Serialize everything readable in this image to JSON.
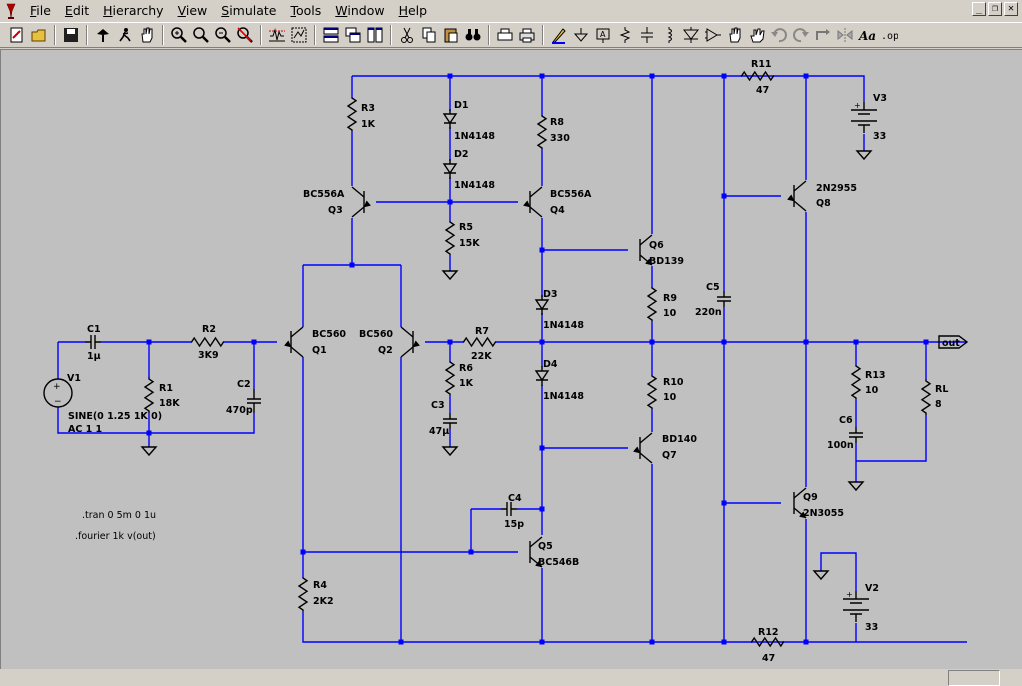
{
  "menu": {
    "items": [
      {
        "key": "F",
        "rest": "ile"
      },
      {
        "key": "E",
        "rest": "dit"
      },
      {
        "key": "H",
        "rest": "ierarchy"
      },
      {
        "key": "V",
        "rest": "iew"
      },
      {
        "key": "S",
        "rest": "imulate"
      },
      {
        "key": "T",
        "rest": "ools"
      },
      {
        "key": "W",
        "rest": "indow"
      },
      {
        "key": "H",
        "rest": "elp"
      }
    ]
  },
  "window_controls": {
    "minimize": "_",
    "restore": "❐",
    "close": "✕"
  },
  "toolbar": {
    "groups": [
      [
        "new-schematic-icon",
        "open-icon"
      ],
      [
        "save-icon"
      ],
      [
        "control-panel-icon",
        "run-icon",
        "pan-icon"
      ],
      [
        "zoom-in-icon",
        "zoom-fit-icon",
        "zoom-out-icon",
        "cancel-zoom-icon"
      ],
      [
        "waveform-icon",
        "autorange-icon"
      ],
      [
        "tile-horizontal-icon",
        "cascade-icon",
        "tile-vertical-icon"
      ],
      [
        "cut-icon",
        "copy-icon",
        "paste-icon",
        "find-icon"
      ],
      [
        "print-setup-icon",
        "print-icon"
      ],
      [
        "draw-wire-icon",
        "ground-icon",
        "label-net-icon",
        "resistor-icon",
        "capacitor-icon",
        "inductor-icon",
        "diode-icon",
        "component-icon",
        "move-icon",
        "drag-icon",
        "undo-icon",
        "redo-icon",
        "rotate-icon",
        "mirror-icon",
        "text-icon",
        "spice-directive-icon"
      ]
    ]
  },
  "schematic": {
    "components": {
      "C1": {
        "name": "C1",
        "value": "1µ"
      },
      "R2": {
        "name": "R2",
        "value": "3K9"
      },
      "R1": {
        "name": "R1",
        "value": "18K"
      },
      "C2": {
        "name": "C2",
        "value": "470p"
      },
      "V1": {
        "name": "V1",
        "value": "SINE(0 1.25 1K 0)",
        "value2": "AC 1 1"
      },
      "R3": {
        "name": "R3",
        "value": "1K"
      },
      "D1": {
        "name": "D1",
        "value": "1N4148"
      },
      "D2": {
        "name": "D2",
        "value": "1N4148"
      },
      "R5": {
        "name": "R5",
        "value": "15K"
      },
      "Q3": {
        "name": "Q3",
        "value": "BC556A"
      },
      "Q4": {
        "name": "Q4",
        "value": "BC556A"
      },
      "R8": {
        "name": "R8",
        "value": "330"
      },
      "Q1": {
        "name": "Q1",
        "value": "BC560"
      },
      "Q2": {
        "name": "Q2",
        "value": "BC560"
      },
      "R7": {
        "name": "R7",
        "value": "22K"
      },
      "R6": {
        "name": "R6",
        "value": "1K"
      },
      "C3": {
        "name": "C3",
        "value": "47µ"
      },
      "Q6": {
        "name": "Q6",
        "value": "BD139"
      },
      "R9": {
        "name": "R9",
        "value": "10"
      },
      "D3": {
        "name": "D3",
        "value": "1N4148"
      },
      "D4": {
        "name": "D4",
        "value": "1N4148"
      },
      "R10": {
        "name": "R10",
        "value": "10"
      },
      "Q7": {
        "name": "Q7",
        "value": "BD140"
      },
      "C4": {
        "name": "C4",
        "value": "15p"
      },
      "Q5": {
        "name": "Q5",
        "value": "BC546B"
      },
      "R4": {
        "name": "R4",
        "value": "2K2"
      },
      "C5": {
        "name": "C5",
        "value": "220n"
      },
      "R11": {
        "name": "R11",
        "value": "47"
      },
      "V3": {
        "name": "V3",
        "value": "33"
      },
      "Q8": {
        "name": "Q8",
        "value": "2N2955"
      },
      "Q9": {
        "name": "Q9",
        "value": "2N3055"
      },
      "R13": {
        "name": "R13",
        "value": "10"
      },
      "C6": {
        "name": "C6",
        "value": "100n"
      },
      "RL": {
        "name": "RL",
        "value": "8"
      },
      "V2": {
        "name": "V2",
        "value": "33"
      },
      "R12": {
        "name": "R12",
        "value": "47"
      }
    },
    "net_label": "out",
    "directives": {
      "tran": ".tran 0 5m 0 1u",
      "fourier": ".fourier 1k v(out)"
    },
    "colors": {
      "wire": "#0000ff",
      "junction": "#0000ff",
      "background": "#c0c0c0"
    }
  }
}
